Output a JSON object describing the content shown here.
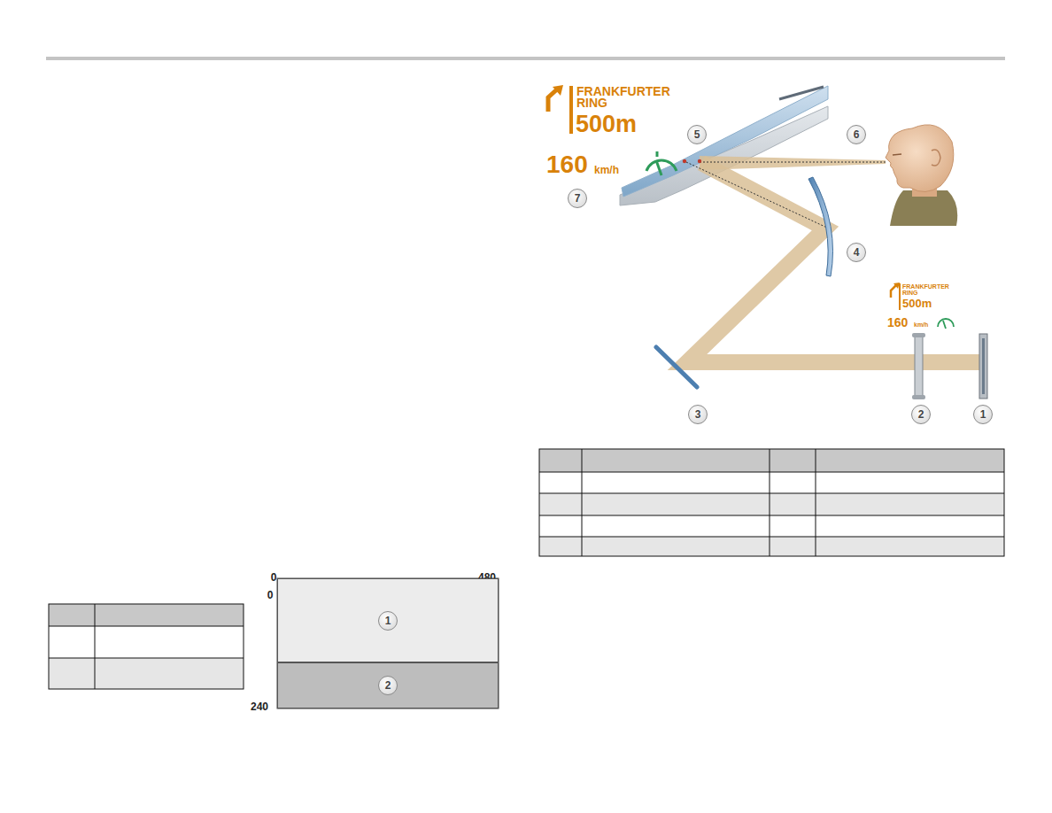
{
  "diagram": {
    "nodes": [
      {
        "text": [
          "1"
        ]
      },
      {
        "text": [
          "2"
        ]
      }
    ],
    "labels": [
      "FRANKFURTER RING",
      "500m",
      "160",
      "km/h",
      "FRANKFURTER RING",
      "500m",
      "160",
      "km/h",
      "1",
      "2",
      "3",
      "4",
      "5",
      "6",
      "7",
      "0",
      "480",
      "0",
      "240"
    ]
  }
}
